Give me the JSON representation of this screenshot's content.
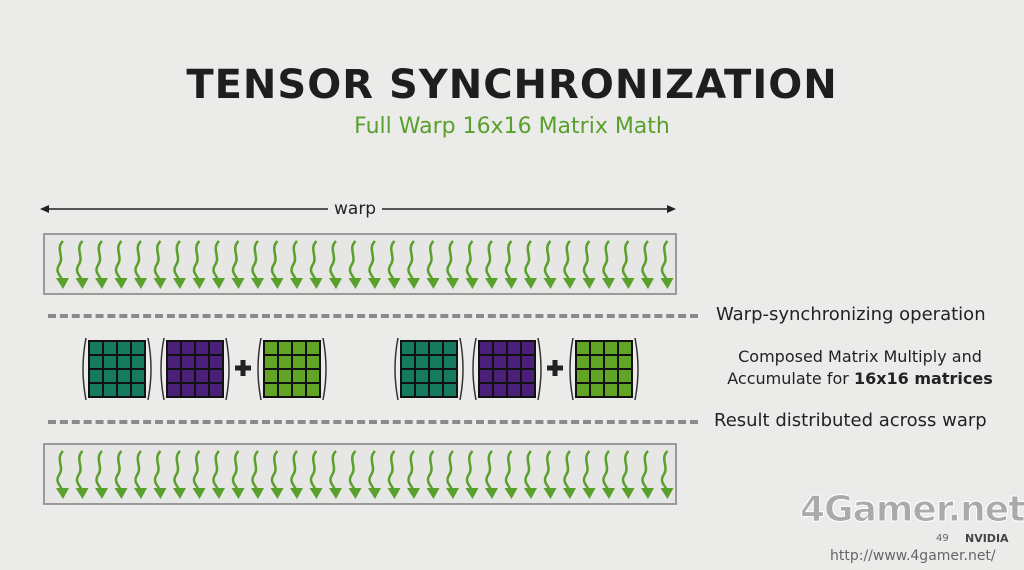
{
  "title": "TENSOR SYNCHRONIZATION",
  "subtitle": "Full Warp 16x16 Matrix Math",
  "warp_label": "warp",
  "threads_per_warp": 32,
  "labels": {
    "sync": "Warp-synchronizing operation",
    "composed_1": "Composed Matrix Multiply and",
    "composed_2": "Accumulate for ",
    "composed_bold": "16x16 matrices",
    "result": "Result distributed across warp"
  },
  "colors": {
    "teal": "#167a5e",
    "purple": "#4a1f7a",
    "green": "#62a524",
    "arrow": "#5aa02c"
  },
  "watermark": "4Gamer.net",
  "url": "http://www.4gamer.net/",
  "page_number": "49",
  "vendor": "NVIDIA"
}
